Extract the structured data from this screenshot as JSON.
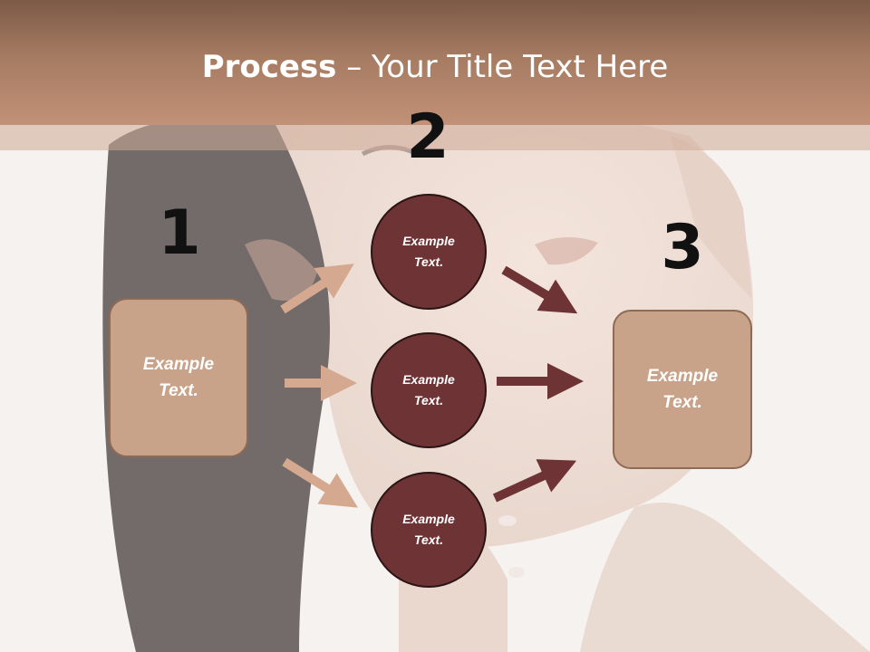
{
  "title": {
    "bold": "Process",
    "rest": " – Your Title Text Here"
  },
  "steps": [
    {
      "number": "1",
      "box_text": "Example\nText."
    },
    {
      "number": "2",
      "circles": [
        "Example\nText.",
        "Example\nText.",
        "Example\nText."
      ]
    },
    {
      "number": "3",
      "box_text": "Example\nText."
    }
  ],
  "colors": {
    "title_band": "#a57b62",
    "box_fill": "#c9a389",
    "circle_fill": "#6e3334",
    "left_arrows": "#d4a98f",
    "right_arrows": "#6e3334"
  }
}
